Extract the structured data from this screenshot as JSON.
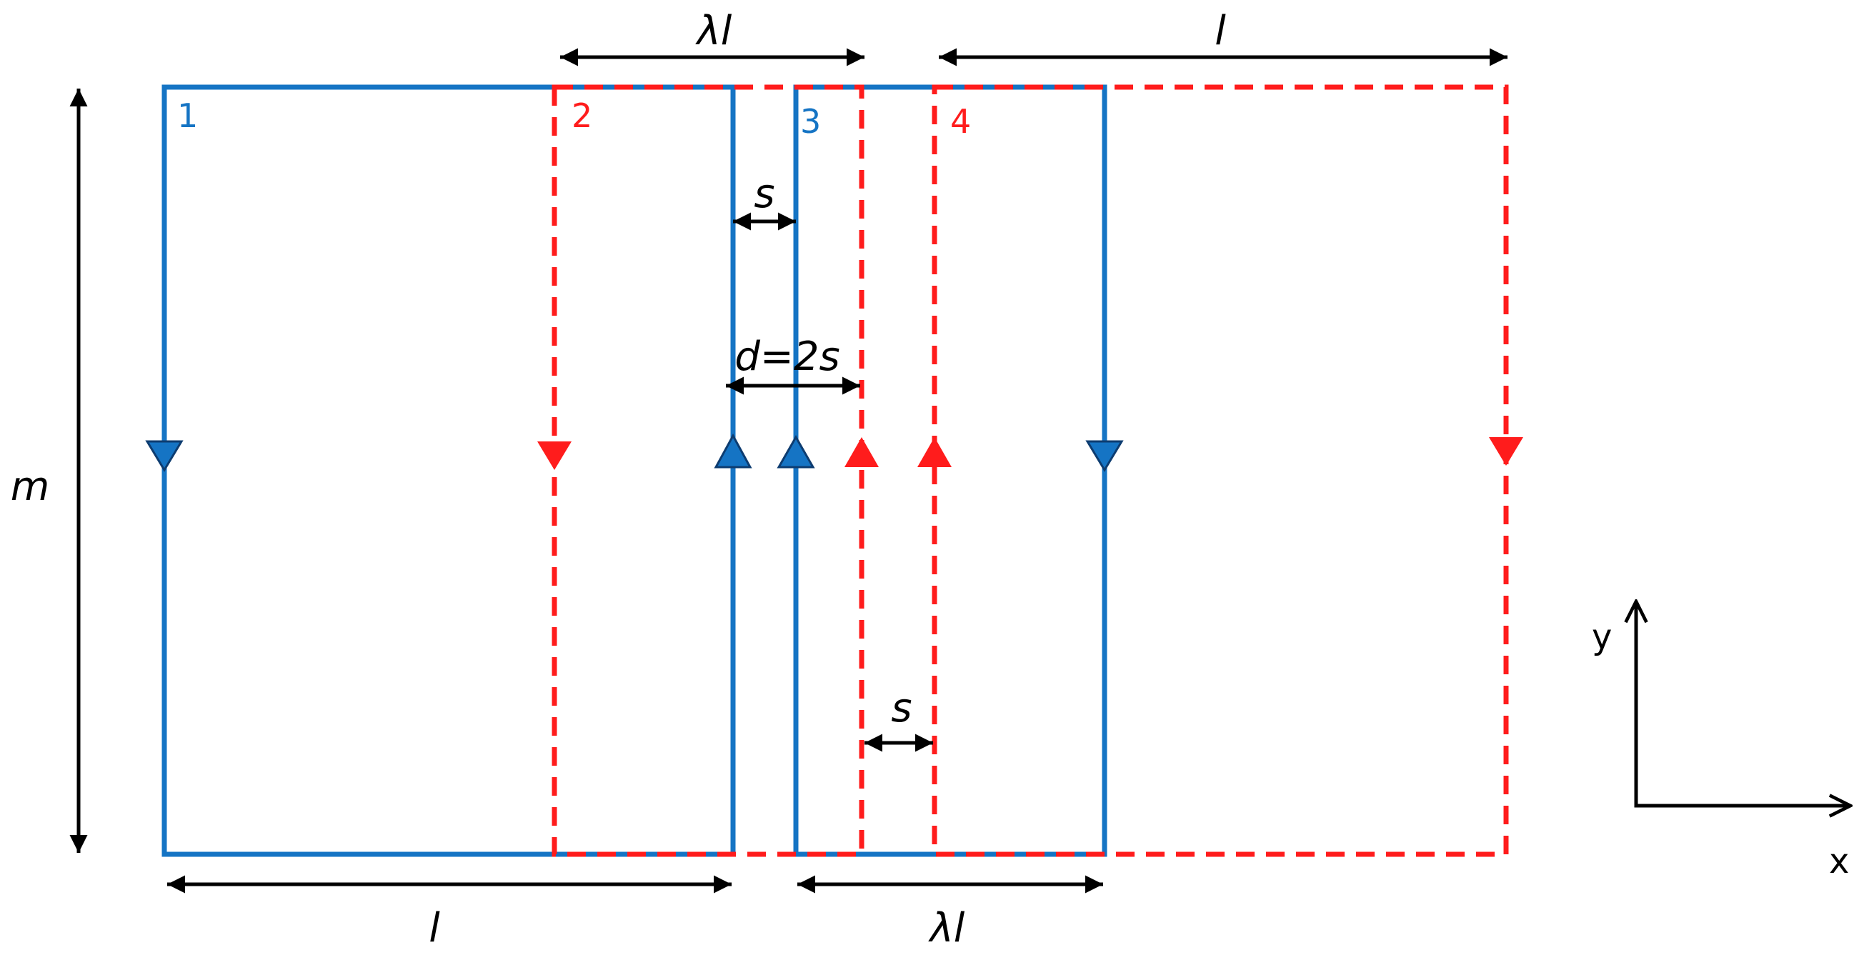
{
  "colors": {
    "blue": "#1574c4",
    "red": "#ff1c1c",
    "black": "#000000"
  },
  "loops": [
    {
      "label": "1",
      "color": "blue"
    },
    {
      "label": "2",
      "color": "red"
    },
    {
      "label": "3",
      "color": "blue"
    },
    {
      "label": "4",
      "color": "red"
    }
  ],
  "dimensions": {
    "top_left": "λl",
    "top_right": "l",
    "gap_upper": "s",
    "center": "d=2s",
    "gap_lower": "s",
    "bottom_left": "l",
    "bottom_right": "λl",
    "height": "m"
  },
  "axes": {
    "x": "x",
    "y": "y"
  }
}
